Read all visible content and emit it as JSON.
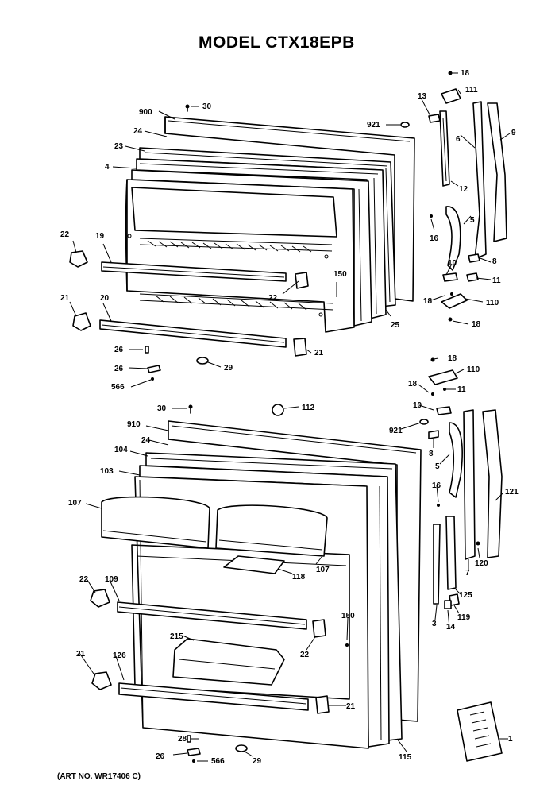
{
  "title": "MODEL CTX18EPB",
  "art_number": "(ART NO. WR17406 C)",
  "top_section": {
    "labels": {
      "l18a": "18",
      "l111a": "111",
      "l13": "13",
      "l30a": "30",
      "l900": "900",
      "l921a": "921",
      "l6a": "6",
      "l9": "9",
      "l24a": "24",
      "l23": "23",
      "l4": "4",
      "l12": "12",
      "l5a": "5",
      "l16a": "16",
      "l22a": "22",
      "l19": "19",
      "l150a": "150",
      "l10a": "10",
      "l8a": "8",
      "l11a": "11",
      "l21a": "21",
      "l20": "20",
      "l22b": "22",
      "l18b": "18",
      "l110a": "110",
      "l25": "25",
      "l18c": "18",
      "l26a": "26",
      "l21b": "21",
      "l26b": "26",
      "l29": "29",
      "l566a": "566"
    }
  },
  "bottom_section": {
    "labels": {
      "l18d": "18",
      "l110b": "110",
      "l18e": "18",
      "l11b": "11",
      "l30b": "30",
      "l112": "112",
      "l10b": "10",
      "l910": "910",
      "l921b": "921",
      "l24b": "24",
      "l8b": "8",
      "l104": "104",
      "l5b": "5",
      "l103": "103",
      "l121": "121",
      "l16b": "16",
      "l107a": "107",
      "l120": "120",
      "l107b": "107",
      "l7": "7",
      "l118": "118",
      "l125": "125",
      "l22c": "22",
      "l109": "109",
      "l119": "119",
      "l3": "3",
      "l14": "14",
      "l150b": "150",
      "l215": "215",
      "l22d": "22",
      "l21c": "21",
      "l126": "126",
      "l21d": "21",
      "l28": "28",
      "l1": "1",
      "l26c": "26",
      "l566b": "566",
      "l29b": "29",
      "l115": "115"
    }
  }
}
